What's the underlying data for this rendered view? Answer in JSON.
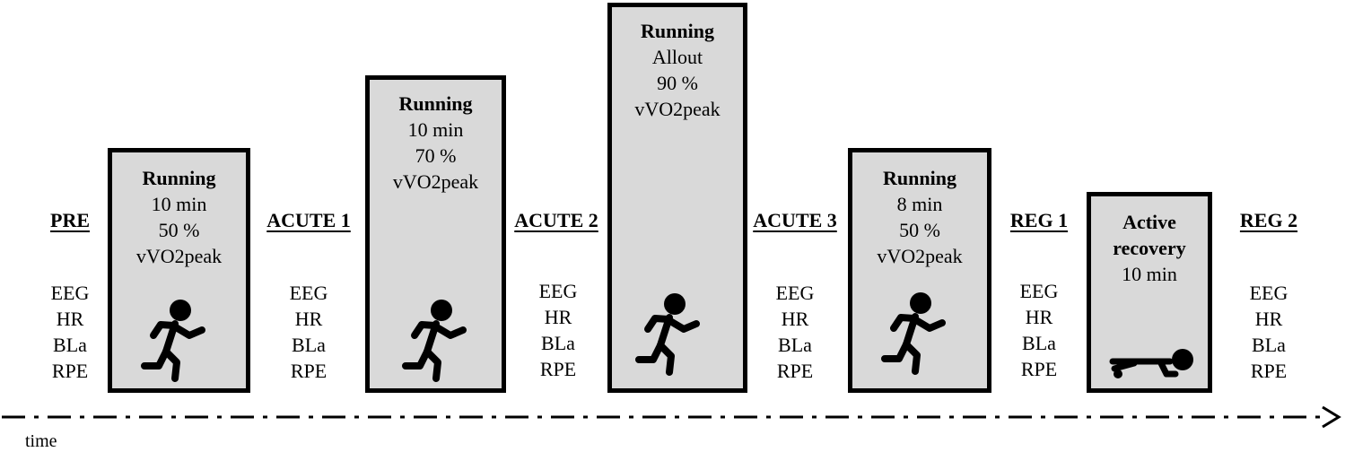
{
  "stages": [
    {
      "label": "PRE",
      "measures": [
        "EEG",
        "HR",
        "BLa",
        "RPE"
      ]
    },
    {
      "label": "ACUTE 1",
      "measures": [
        "EEG",
        "HR",
        "BLa",
        "RPE"
      ]
    },
    {
      "label": "ACUTE 2",
      "measures": [
        "EEG",
        "HR",
        "BLa",
        "RPE"
      ]
    },
    {
      "label": "ACUTE 3",
      "measures": [
        "EEG",
        "HR",
        "BLa",
        "RPE"
      ]
    },
    {
      "label": "REG 1",
      "measures": [
        "EEG",
        "HR",
        "BLa",
        "RPE"
      ]
    },
    {
      "label": "REG 2",
      "measures": [
        "EEG",
        "HR",
        "BLa",
        "RPE"
      ]
    }
  ],
  "blocks": [
    {
      "title": "Running",
      "lines": [
        "10 min",
        "50 %",
        "vVO2peak"
      ],
      "icon": "running-person-icon"
    },
    {
      "title": "Running",
      "lines": [
        "10 min",
        "70 %",
        "vVO2peak"
      ],
      "icon": "running-person-icon"
    },
    {
      "title": "Running",
      "lines": [
        "Allout",
        "90 %",
        "vVO2peak"
      ],
      "icon": "running-person-icon"
    },
    {
      "title": "Running",
      "lines": [
        "8 min",
        "50 %",
        "vVO2peak"
      ],
      "icon": "running-person-icon"
    },
    {
      "title_lines": [
        "Active",
        "recovery"
      ],
      "lines": [
        "10 min"
      ],
      "icon": "lying-person-icon"
    }
  ],
  "timeline": {
    "label": "time",
    "icon": "arrow-right-icon"
  },
  "colors": {
    "box_fill": "#d9d9d9",
    "stroke": "#000000"
  }
}
